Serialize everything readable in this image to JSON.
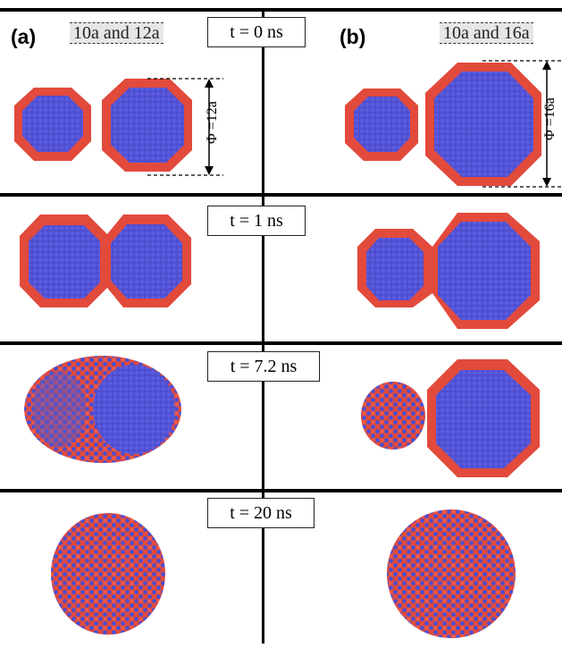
{
  "panels": {
    "a": {
      "letter": "(a)",
      "size_label": "10a and 12a",
      "dimension": "Φ =12a"
    },
    "b": {
      "letter": "(b)",
      "size_label": "10a and 16a",
      "dimension": "Φ =16a"
    }
  },
  "time_steps": [
    {
      "label": "t = 0 ns"
    },
    {
      "label": "t = 1 ns"
    },
    {
      "label": "t = 7.2 ns"
    },
    {
      "label": "t = 20 ns"
    }
  ],
  "colors": {
    "shell": "#e24a3c",
    "core": "#4d4ecf",
    "divider": "#000000"
  }
}
